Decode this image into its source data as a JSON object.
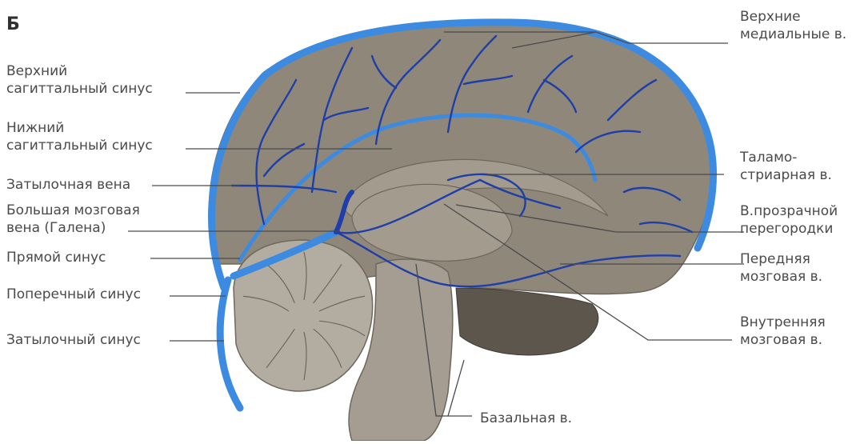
{
  "figure_letter": "Б",
  "labels": {
    "superior_sagittal_sinus": "Верхний\nсагиттальный синус",
    "inferior_sagittal_sinus": "Нижний\nсагиттальный синус",
    "occipital_vein": "Затылочная вена",
    "great_cerebral_vein": "Большая мозговая\nвена (Галена)",
    "straight_sinus": "Прямой синус",
    "transverse_sinus": "Поперечный синус",
    "occipital_sinus": "Затылочный синус",
    "superior_medial_veins": "Верхние\nмедиальные в.",
    "thalamostriate_vein": "Таламо-\nстриарная в.",
    "septum_pellucidum_vein": "В.прозрачной\nперегородки",
    "anterior_cerebral_vein": "Передняя\nмозговая в.",
    "internal_cerebral_vein": "Внутренняя\nмозговая в.",
    "basal_vein": "Базальная в."
  },
  "colors": {
    "brain": "#8f877a",
    "brain_light": "#a39b8e",
    "brain_edge": "#6e675c",
    "sinus": "#3d8be0",
    "vein": "#1f3fa8",
    "leader": "#4a4a4a",
    "cerebellum": "#b3aca0",
    "brainstem": "#a59d91"
  }
}
